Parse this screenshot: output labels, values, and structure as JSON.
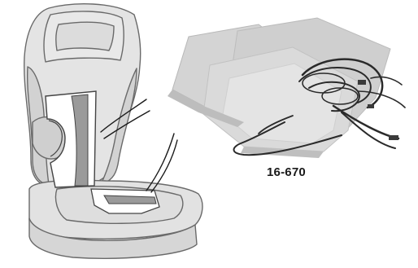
{
  "product": {
    "part_number": "16-670"
  },
  "illustration": {
    "seat": "car-seat-outline",
    "heater_pads": "heating-element-pads",
    "wiring": "wiring-harness"
  },
  "colors": {
    "seat_fill": "#e2e2e2",
    "seat_stroke": "#6a6a6a",
    "pad_fill": "#ffffff",
    "pad_band": "#9a9a9a",
    "photo_bg": "#d8d8d8",
    "cable": "#2a2a2a"
  }
}
